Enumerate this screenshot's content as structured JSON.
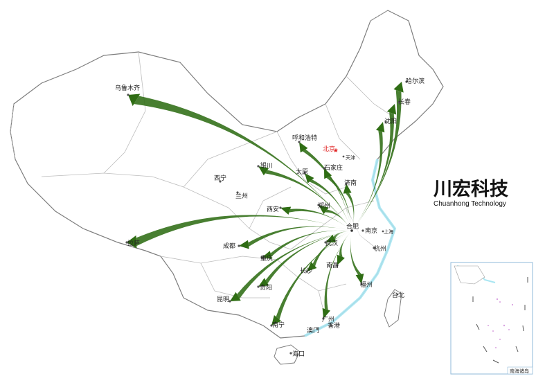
{
  "brand": {
    "name_zh": "川宏科技",
    "name_en": "Chuanhong Technology"
  },
  "inset": {
    "label": "南海诸岛"
  },
  "hub": {
    "name": "合肥"
  },
  "cities": [
    {
      "id": "urumqi",
      "name": "乌鲁木齐",
      "capital": false,
      "destination": true
    },
    {
      "id": "lhasa",
      "name": "拉萨",
      "capital": false,
      "destination": true
    },
    {
      "id": "xining",
      "name": "西宁",
      "capital": false,
      "destination": false
    },
    {
      "id": "lanzhou",
      "name": "兰州",
      "capital": false,
      "destination": false
    },
    {
      "id": "xian",
      "name": "西安",
      "capital": false,
      "destination": true
    },
    {
      "id": "yinchuan",
      "name": "银川",
      "capital": false,
      "destination": true
    },
    {
      "id": "hohhot",
      "name": "呼和浩特",
      "capital": false,
      "destination": true
    },
    {
      "id": "beijing",
      "name": "北京",
      "capital": true,
      "destination": false
    },
    {
      "id": "tianjin",
      "name": "天津",
      "capital": false,
      "destination": false
    },
    {
      "id": "taiyuan",
      "name": "太原",
      "capital": false,
      "destination": true
    },
    {
      "id": "shijiazhuang",
      "name": "石家庄",
      "capital": false,
      "destination": true
    },
    {
      "id": "jinan",
      "name": "济南",
      "capital": false,
      "destination": true
    },
    {
      "id": "zhengzhou",
      "name": "郑州",
      "capital": false,
      "destination": true
    },
    {
      "id": "harbin",
      "name": "哈尔滨",
      "capital": false,
      "destination": true
    },
    {
      "id": "changchun",
      "name": "长春",
      "capital": false,
      "destination": true
    },
    {
      "id": "shenyang",
      "name": "沈阳",
      "capital": false,
      "destination": true
    },
    {
      "id": "hefei",
      "name": "合肥",
      "capital": false,
      "destination": false
    },
    {
      "id": "nanjing",
      "name": "南京",
      "capital": false,
      "destination": false
    },
    {
      "id": "shanghai",
      "name": "上海",
      "capital": false,
      "destination": false
    },
    {
      "id": "hangzhou",
      "name": "杭州",
      "capital": false,
      "destination": false
    },
    {
      "id": "wuhan",
      "name": "武汉",
      "capital": false,
      "destination": true
    },
    {
      "id": "chengdu",
      "name": "成都",
      "capital": false,
      "destination": true
    },
    {
      "id": "chongqing",
      "name": "重庆",
      "capital": false,
      "destination": true
    },
    {
      "id": "changsha",
      "name": "长沙",
      "capital": false,
      "destination": true
    },
    {
      "id": "nanchang",
      "name": "南昌",
      "capital": false,
      "destination": true
    },
    {
      "id": "fuzhou",
      "name": "福州",
      "capital": false,
      "destination": true
    },
    {
      "id": "guiyang",
      "name": "贵阳",
      "capital": false,
      "destination": true
    },
    {
      "id": "kunming",
      "name": "昆明",
      "capital": false,
      "destination": true
    },
    {
      "id": "nanning",
      "name": "南宁",
      "capital": false,
      "destination": true
    },
    {
      "id": "guangzhou",
      "name": "广州",
      "capital": false,
      "destination": true
    },
    {
      "id": "macau",
      "name": "澳门",
      "capital": false,
      "destination": false
    },
    {
      "id": "hongkong",
      "name": "香港",
      "capital": false,
      "destination": false
    },
    {
      "id": "taipei",
      "name": "台北",
      "capital": false,
      "destination": false
    },
    {
      "id": "haikou",
      "name": "海口",
      "capital": false,
      "destination": false
    }
  ],
  "colors": {
    "flow": "#2f6d14",
    "border": "#9a9a9a",
    "coast": "#a9e6f2",
    "capital": "#e02020",
    "inset_frame": "#8fb8d8"
  }
}
